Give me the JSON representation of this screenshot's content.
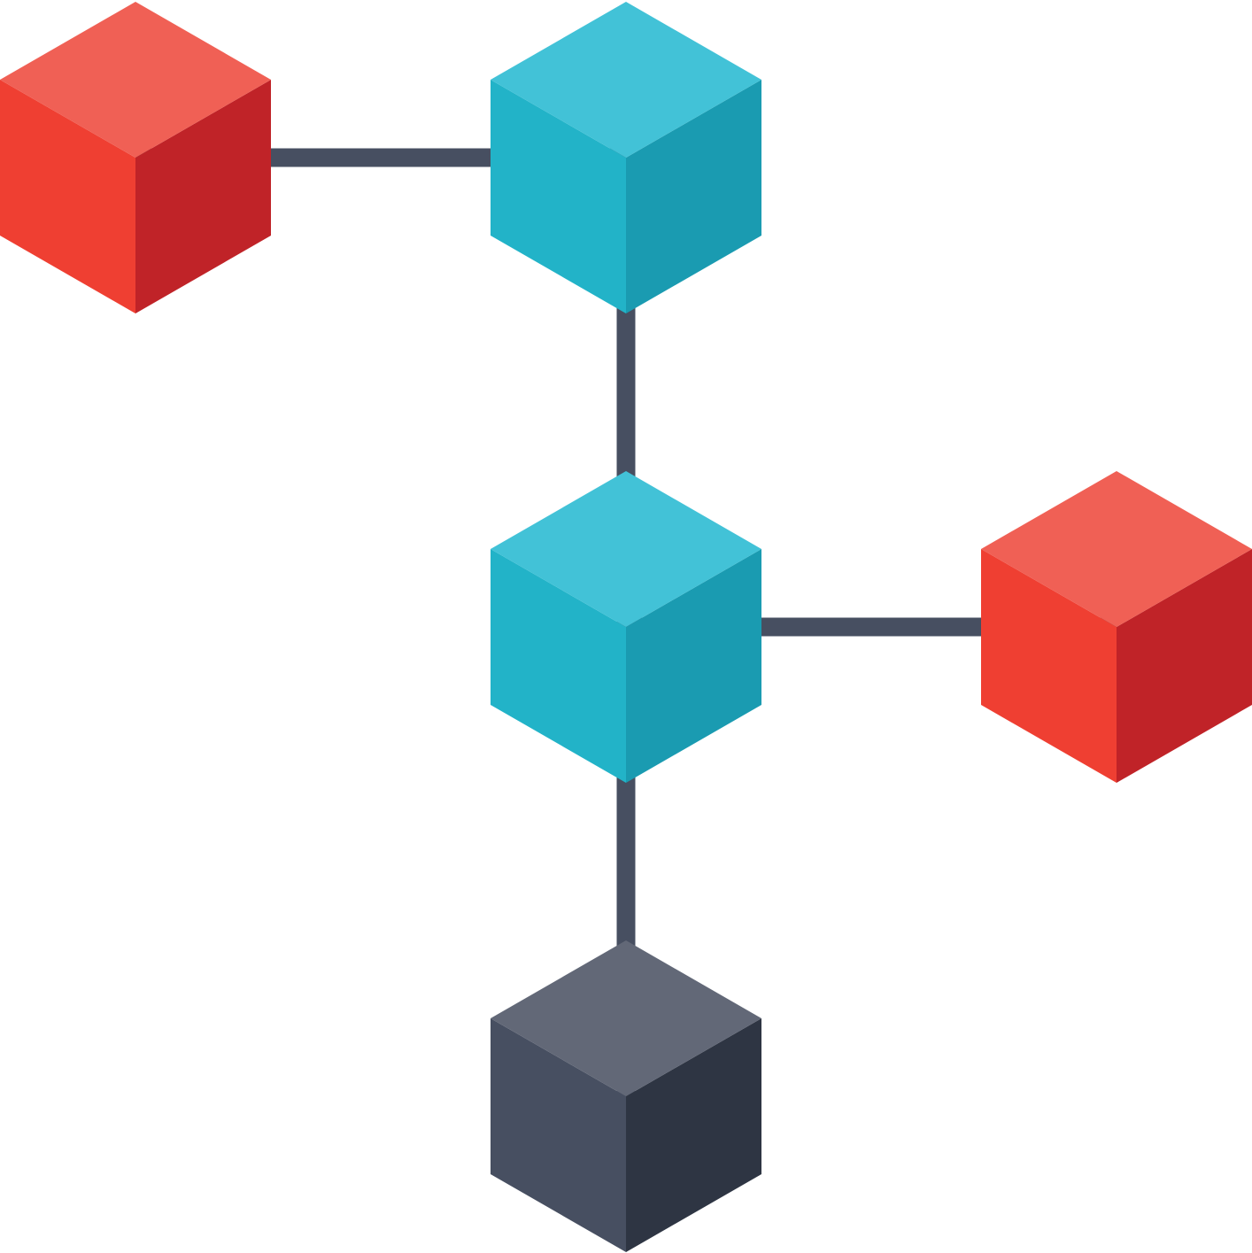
{
  "diagram": {
    "colors": {
      "background": "#ffffff",
      "connector": "#474F61"
    },
    "palettes": {
      "red": {
        "top": "#F06055",
        "left": "#EF3F32",
        "right": "#C02328"
      },
      "teal": {
        "top": "#42C2D7",
        "left": "#22B3C8",
        "right": "#1A9BB1"
      },
      "dark": {
        "top": "#626877",
        "left": "#474F61",
        "right": "#2E3543"
      }
    },
    "nodes": [
      {
        "id": "node-red-top-left",
        "color": "red"
      },
      {
        "id": "node-teal-top",
        "color": "teal"
      },
      {
        "id": "node-teal-middle",
        "color": "teal"
      },
      {
        "id": "node-red-middle-right",
        "color": "red"
      },
      {
        "id": "node-dark-bottom",
        "color": "dark"
      }
    ],
    "edges": [
      {
        "from": "node-red-top-left",
        "to": "node-teal-top"
      },
      {
        "from": "node-teal-top",
        "to": "node-teal-middle"
      },
      {
        "from": "node-teal-middle",
        "to": "node-red-middle-right"
      },
      {
        "from": "node-teal-middle",
        "to": "node-dark-bottom"
      }
    ]
  }
}
